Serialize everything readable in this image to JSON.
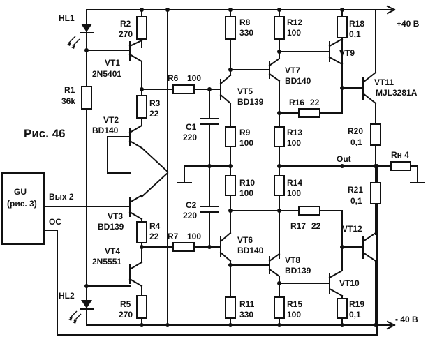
{
  "figure": "Рис. 46",
  "rails": {
    "pos": "+40 В",
    "neg": "- 40 В"
  },
  "gu": {
    "name": "GU",
    "ref": "(рис. 3)",
    "out": "Вых 2",
    "fb": "ОС"
  },
  "out_label": "Out",
  "load": "Rн 4",
  "leds": {
    "hl1": "HL1",
    "hl2": "HL2"
  },
  "transistors": {
    "vt1": {
      "name": "VT1",
      "type": "2N5401"
    },
    "vt2": {
      "name": "VT2",
      "type": "BD140"
    },
    "vt3": {
      "name": "VT3",
      "type": "BD139"
    },
    "vt4": {
      "name": "VT4",
      "type": "2N5551"
    },
    "vt5": {
      "name": "VT5",
      "type": "BD139"
    },
    "vt6": {
      "name": "VT6",
      "type": "BD140"
    },
    "vt7": {
      "name": "VT7",
      "type": "BD140"
    },
    "vt8": {
      "name": "VT8",
      "type": "BD139"
    },
    "vt9": {
      "name": "VT9",
      "type": ""
    },
    "vt10": {
      "name": "VT10",
      "type": ""
    },
    "vt11": {
      "name": "VT11",
      "type": "MJL3281A"
    },
    "vt12": {
      "name": "VT12",
      "type": ""
    }
  },
  "resistors": {
    "r1": {
      "name": "R1",
      "value": "36k"
    },
    "r2": {
      "name": "R2",
      "value": "270"
    },
    "r3": {
      "name": "R3",
      "value": "22"
    },
    "r4": {
      "name": "R4",
      "value": "22"
    },
    "r5": {
      "name": "R5",
      "value": "270"
    },
    "r6": {
      "name": "R6",
      "value": "100"
    },
    "r7": {
      "name": "R7",
      "value": "100"
    },
    "r8": {
      "name": "R8",
      "value": "330"
    },
    "r9": {
      "name": "R9",
      "value": "100"
    },
    "r10": {
      "name": "R10",
      "value": "100"
    },
    "r11": {
      "name": "R11",
      "value": "330"
    },
    "r12": {
      "name": "R12",
      "value": "100"
    },
    "r13": {
      "name": "R13",
      "value": "100"
    },
    "r14": {
      "name": "R14",
      "value": "100"
    },
    "r15": {
      "name": "R15",
      "value": "100"
    },
    "r16": {
      "name": "R16",
      "value": "22"
    },
    "r17": {
      "name": "R17",
      "value": "22"
    },
    "r18": {
      "name": "R18",
      "value": "0,1"
    },
    "r19": {
      "name": "R19",
      "value": "0,1"
    },
    "r20": {
      "name": "R20",
      "value": "0,1"
    },
    "r21": {
      "name": "R21",
      "value": "0,1"
    }
  },
  "capacitors": {
    "c1": {
      "name": "C1",
      "value": "220"
    },
    "c2": {
      "name": "C2",
      "value": "220"
    }
  }
}
